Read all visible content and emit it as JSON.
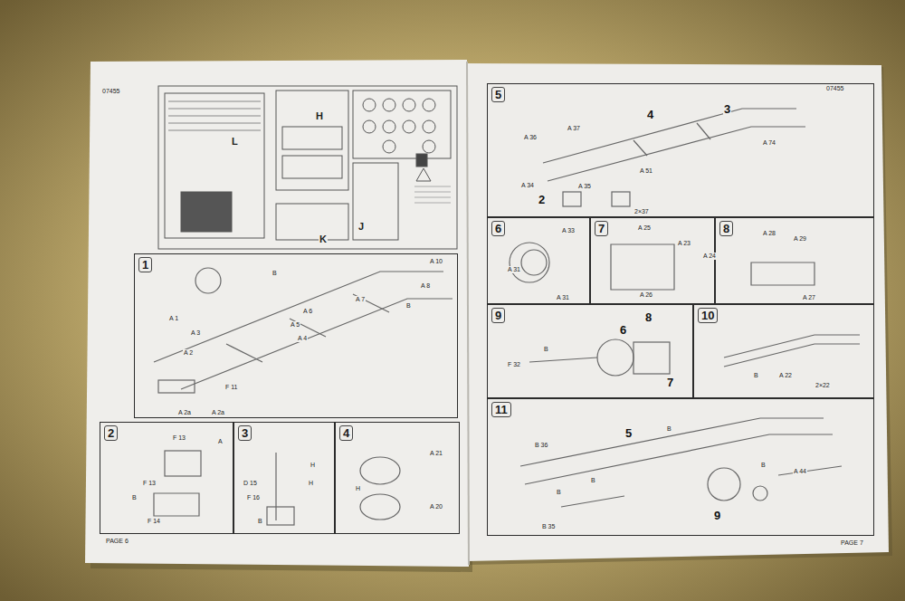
{
  "diagram": {
    "nodes": [
      {
        "text": [
          "1"
        ]
      },
      {
        "text": [
          "2"
        ]
      },
      {
        "text": [
          "3"
        ]
      },
      {
        "text": [
          "4"
        ]
      },
      {
        "text": [
          "5"
        ]
      },
      {
        "text": [
          "6"
        ]
      },
      {
        "text": [
          "7"
        ]
      },
      {
        "text": [
          "8"
        ]
      },
      {
        "text": [
          "9"
        ]
      },
      {
        "text": [
          "10"
        ]
      },
      {
        "text": [
          "11"
        ]
      }
    ],
    "labels": [
      "07455",
      "L",
      "H",
      "K",
      "J",
      "A 10",
      "B",
      "A 8",
      "A 7",
      "A 6",
      "A 5",
      "A 4",
      "A 3",
      "A 2",
      "A 1",
      "F 11",
      "A 2a",
      "A 2a",
      "B",
      "F 13",
      "A",
      "F 13",
      "B",
      "F 14",
      "H",
      "H",
      "D 15",
      "F 16",
      "B",
      "A 21",
      "H",
      "A 20",
      "PAGE 6",
      "07455",
      "4",
      "3",
      "2",
      "A 36",
      "A 37",
      "A 34",
      "A 35",
      "A 51",
      "A 74",
      "2×37",
      "A 33",
      "A 31",
      "A 31",
      "A 25",
      "A 23",
      "A 24",
      "A 26",
      "A 28",
      "A 29",
      "A 27",
      "6",
      "8",
      "7",
      "B",
      "F 32",
      "B",
      "A 22",
      "2×22",
      "5",
      "9",
      "B 36",
      "B",
      "B",
      "B",
      "B 35",
      "B",
      "A 44",
      "PAGE 7"
    ]
  }
}
